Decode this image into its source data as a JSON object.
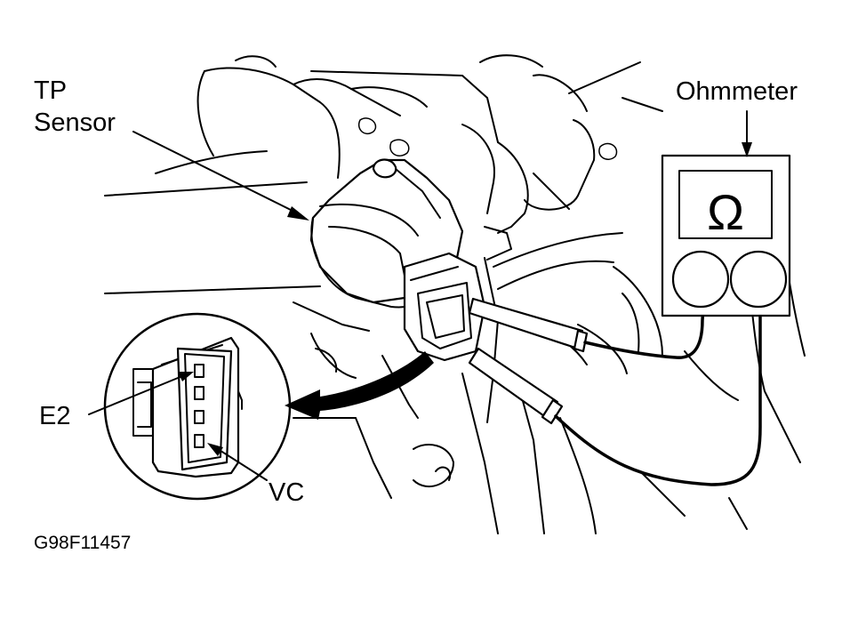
{
  "labels": {
    "tp_sensor_line1": "TP",
    "tp_sensor_line2": "Sensor",
    "ohmmeter": "Ohmmeter",
    "ohm_symbol": "Ω",
    "e2": "E2",
    "vc": "VC",
    "figure_id": "G98F11457"
  },
  "colors": {
    "ink": "#000000",
    "paper": "#ffffff"
  }
}
